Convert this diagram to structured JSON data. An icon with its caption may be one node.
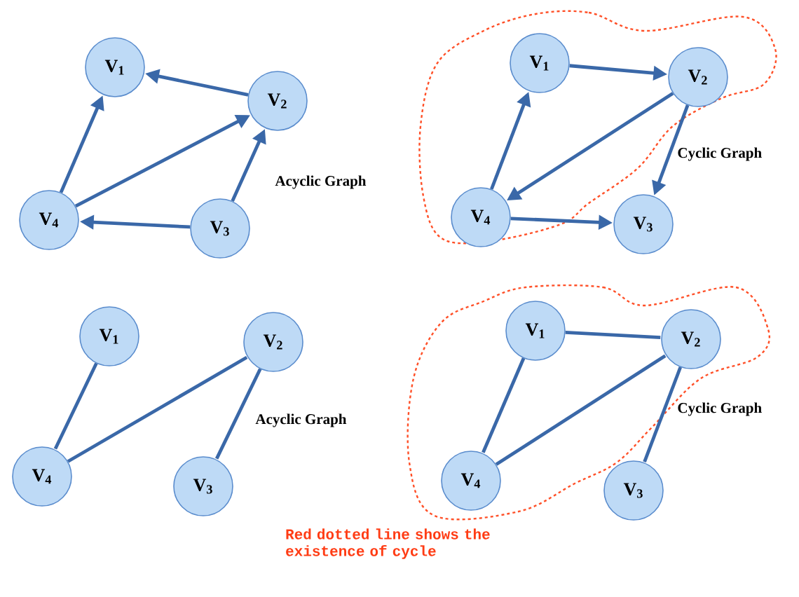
{
  "diagram": {
    "nodes": [
      {
        "text": [
          "V$_{1}$"
        ]
      },
      {
        "text": [
          "V$_{2}$"
        ]
      },
      {
        "text": [
          "V$_{4}$"
        ]
      },
      {
        "text": [
          "V$_{3}$"
        ]
      },
      {
        "text": [
          "V$_{1}$"
        ]
      },
      {
        "text": [
          "V$_{2}$"
        ]
      },
      {
        "text": [
          "V$_{4}$"
        ]
      },
      {
        "text": [
          "V$_{3}$"
        ]
      },
      {
        "text": [
          "V$_{1}$"
        ]
      },
      {
        "text": [
          "V$_{2}$"
        ]
      },
      {
        "text": [
          "V$_{4}$"
        ]
      },
      {
        "text": [
          "V$_{3}$"
        ]
      },
      {
        "text": [
          "V$_{1}$"
        ]
      },
      {
        "text": [
          "V$_{2}$"
        ]
      },
      {
        "text": [
          "V$_{4}$"
        ]
      },
      {
        "text": [
          "V$_{3}$"
        ]
      }
    ],
    "edges": [
      {
        "from": 1,
        "to": 0,
        "arrow": "to"
      },
      {
        "from": 2,
        "to": 0,
        "arrow": "to"
      },
      {
        "from": 2,
        "to": 1,
        "arrow": "to"
      },
      {
        "from": 3,
        "to": 2,
        "arrow": "to"
      },
      {
        "from": 3,
        "to": 1,
        "arrow": "to"
      },
      {
        "from": 4,
        "to": 5,
        "arrow": "to"
      },
      {
        "from": 6,
        "to": 4,
        "arrow": "to"
      },
      {
        "from": 5,
        "to": 6,
        "arrow": "to"
      },
      {
        "from": 5,
        "to": 7,
        "arrow": "to"
      },
      {
        "from": 6,
        "to": 7,
        "arrow": "to"
      },
      {
        "from": 8,
        "to": 10,
        "arrow": "none"
      },
      {
        "from": 10,
        "to": 9,
        "arrow": "none"
      },
      {
        "from": 9,
        "to": 11,
        "arrow": "none"
      },
      {
        "from": 12,
        "to": 13,
        "arrow": "none"
      },
      {
        "from": 12,
        "to": 14,
        "arrow": "none"
      },
      {
        "from": 14,
        "to": 13,
        "arrow": "none"
      },
      {
        "from": 13,
        "to": 15,
        "arrow": "none"
      }
    ],
    "labels": [
      "Cyclic Graph",
      "Acyclic Graph",
      "Cyclic Graph",
      "Acyclic Graph",
      "Red dotted line shows the existence of cycle"
    ]
  }
}
